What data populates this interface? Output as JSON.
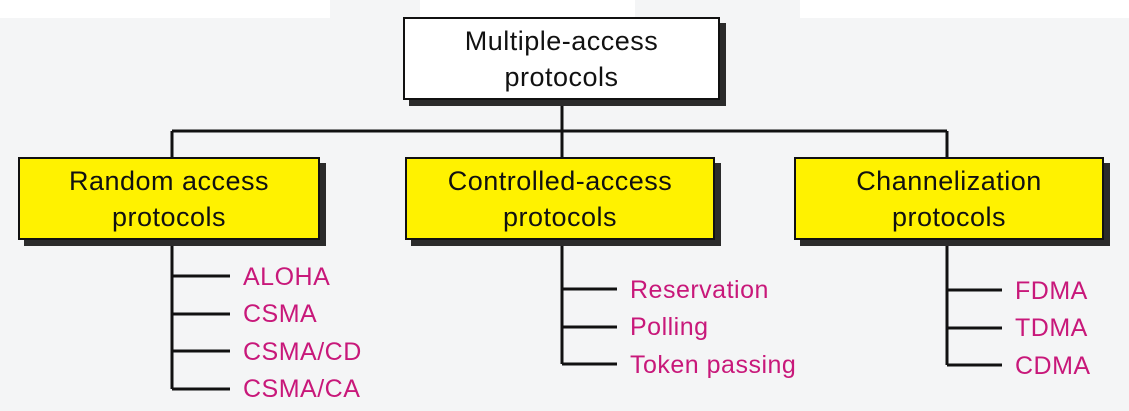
{
  "root": {
    "label": "Multiple-access protocols"
  },
  "categories": [
    {
      "label": "Random access protocols",
      "items": [
        "ALOHA",
        "CSMA",
        "CSMA/CD",
        "CSMA/CA"
      ]
    },
    {
      "label": "Controlled-access protocols",
      "items": [
        "Reservation",
        "Polling",
        "Token passing"
      ]
    },
    {
      "label": "Channelization protocols",
      "items": [
        "FDMA",
        "TDMA",
        "CDMA"
      ]
    }
  ],
  "colors": {
    "category_fill": "#fff200",
    "root_fill": "#ffffff",
    "leaf_text": "#c8187a",
    "line": "#111111"
  }
}
